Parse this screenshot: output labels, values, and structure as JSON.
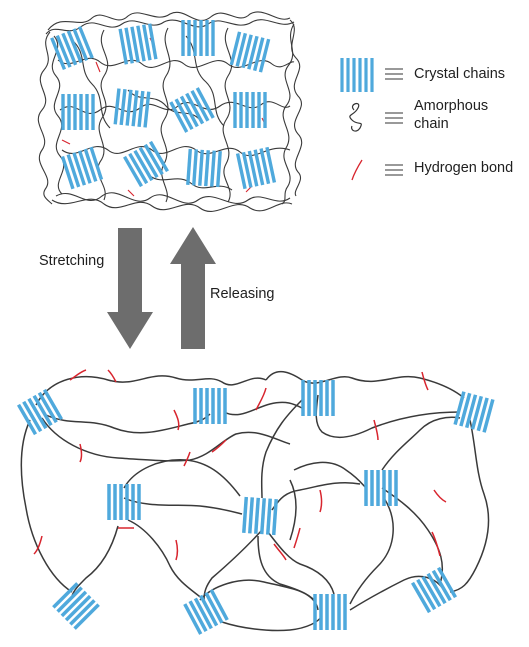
{
  "legend": {
    "crystal": "Crystal chains",
    "amorphous_line1": "Amorphous",
    "amorphous_line2": "chain",
    "hbond": "Hydrogen bond"
  },
  "process": {
    "forward": "Stretching",
    "reverse": "Releasing"
  },
  "colors": {
    "crystal": "#4fa9dc",
    "chain": "#3a3a3a",
    "hbond": "#d8252e",
    "arrow": "#6d6d6d"
  }
}
